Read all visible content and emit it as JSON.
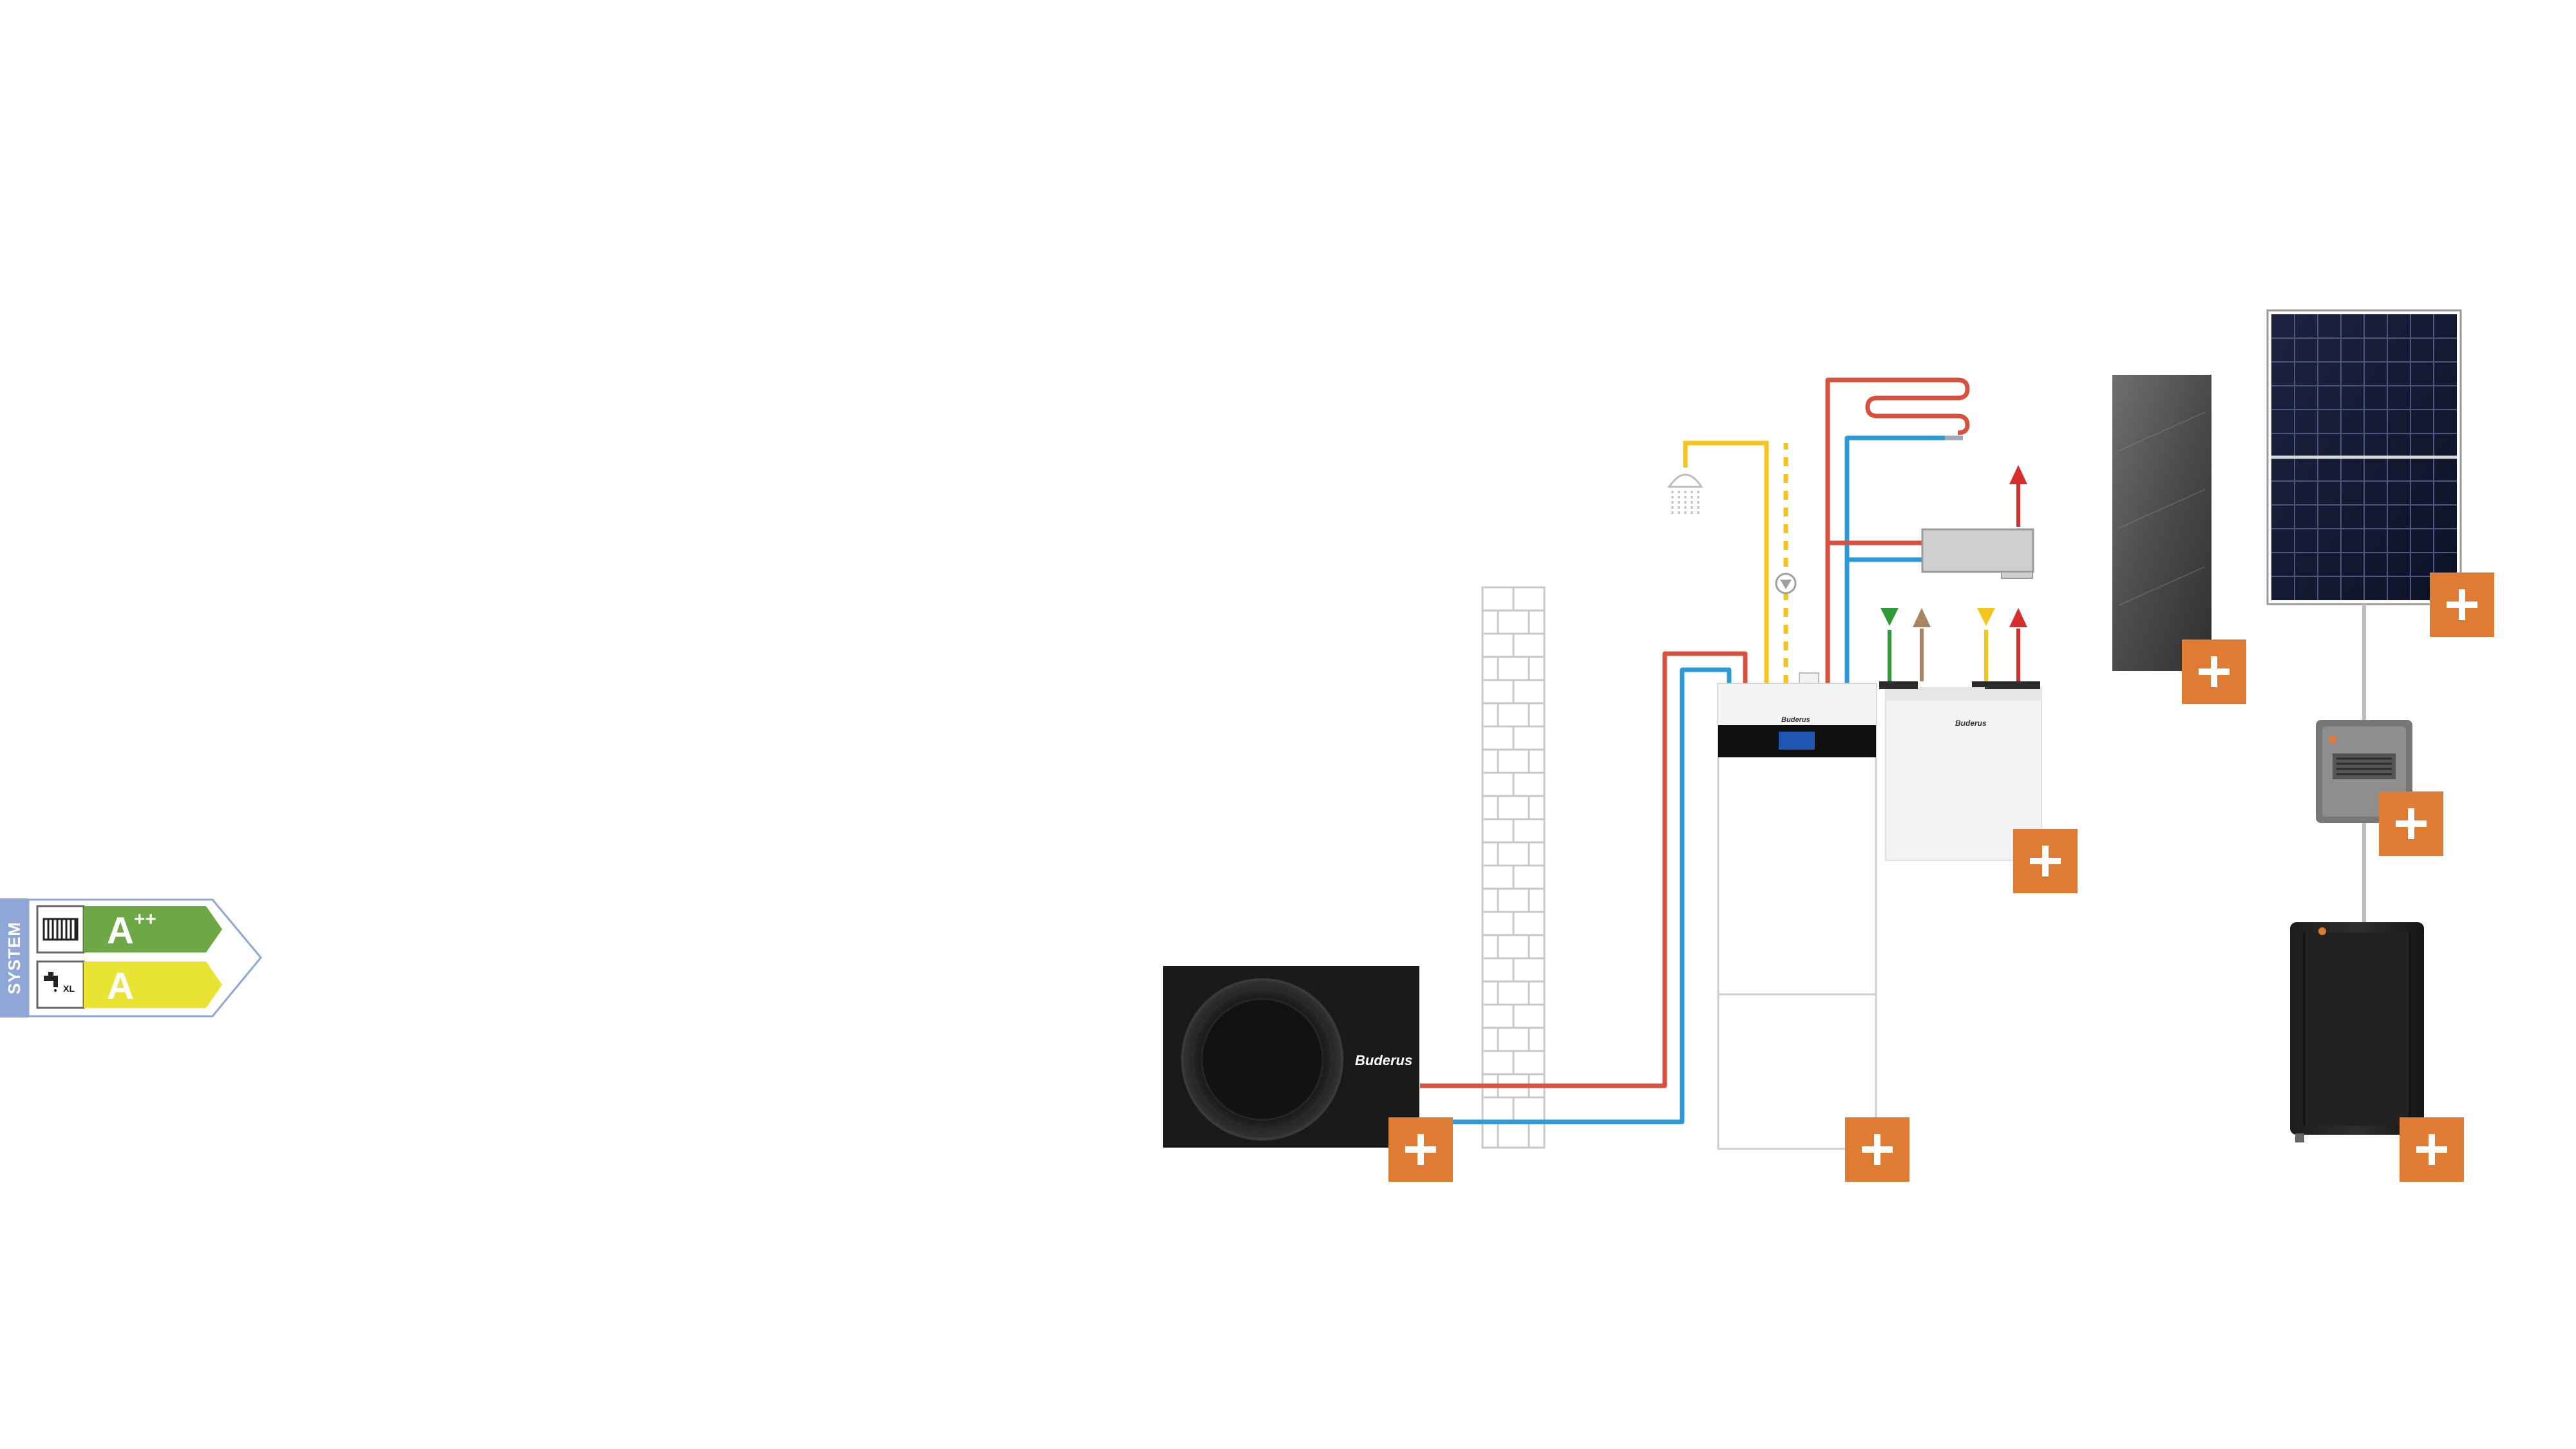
{
  "energy_label": {
    "system_label": "SYSTEM",
    "heating_rating": "A",
    "heating_rating_sup": "++",
    "water_rating": "A",
    "water_profile": "XL",
    "heating_color": "#6ea845",
    "water_color": "#e9e434",
    "system_color": "#8fa7d6"
  },
  "components": {
    "outdoor_unit_brand": "Buderus",
    "indoor_unit_brand": "Buderus",
    "ventilation_brand": "Buderus"
  },
  "pipe_colors": {
    "flow": "#d9503c",
    "return": "#2a9bd8",
    "hot_water": "#f4c51c",
    "fresh_air": "#2e9a3a",
    "extract_air": "#a88661",
    "exhaust_air": "#d62d2d"
  },
  "accent_color": "#e07b34",
  "icons": {
    "plus": "plus-icon",
    "shower": "shower-icon",
    "pump": "pump-icon",
    "radiator": "radiator-icon",
    "tap": "tap-icon"
  }
}
